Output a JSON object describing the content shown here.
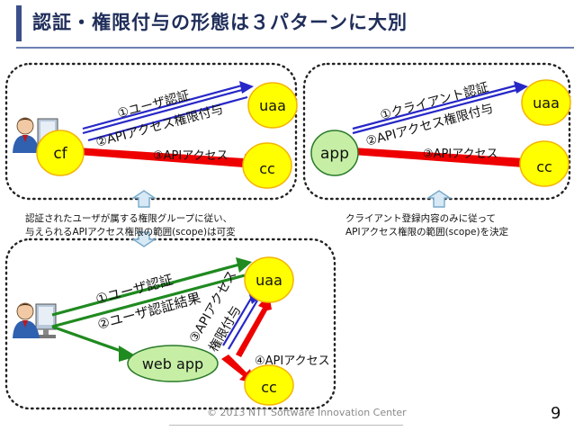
{
  "title": "認証・権限付与の形態は３パターンに大別",
  "panel1": {
    "client": "cf",
    "uaa": "uaa",
    "cc": "cc",
    "step1": "①ユーザ認証",
    "step2": "②APIアクセス権限付与",
    "step3": "③APIアクセス"
  },
  "panel2": {
    "client": "app",
    "uaa": "uaa",
    "cc": "cc",
    "step1": "①クライアント認証",
    "step2": "②APIアクセス権限付与",
    "step3": "③APIアクセス"
  },
  "panel3": {
    "client": "web app",
    "uaa": "uaa",
    "cc": "cc",
    "step1": "①ユーザ認証",
    "step2": "②ユーザ認証結果",
    "step3_line1": "③APIアクセス",
    "step3_line2": "権限付与",
    "step4": "④APIアクセス"
  },
  "notes": {
    "left_line1": "認証されたユーザが属する権限グループに従い、",
    "left_line2": "与えられるAPIアクセス権限の範囲(scope)は可変",
    "right_line1": "クライアント登録内容のみに従って",
    "right_line2": "APIアクセス権限の範囲(scope)を決定"
  },
  "footer": "© 2013  NTT Software Innovation Center",
  "page_number": "9",
  "colors": {
    "node_fill": "#ffff00",
    "node_stroke": "#f4b400",
    "app_fill": "#c6efa5",
    "arrow_red": "#ee0000",
    "arrow_blue": "#2727c8",
    "arrow_green": "#1f8a1f",
    "callout_fill": "#d6e9f5",
    "callout_stroke": "#7aa9c9"
  }
}
